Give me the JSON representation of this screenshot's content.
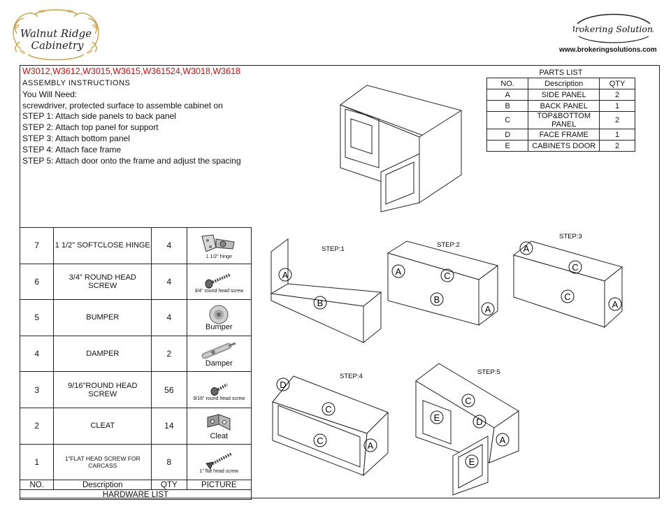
{
  "header": {
    "brand_left_line1": "Walnut Ridge",
    "brand_left_line2": "Cabinetry",
    "brand_right": "Brokering Solutions",
    "website": "www.brokeringsolutions.com"
  },
  "instructions": {
    "models": "W3012,W3612,W3015,W3615,W361524,W3018,W3618",
    "heading": "ASSEMBLY INSTRUCTIONS",
    "need_label": "You Will Need:",
    "need_items": "screwdriver, protected surface to assemble cabinet on",
    "steps": [
      "STEP 1: Attach side panels to back panel",
      "STEP 2: Attach top panel for support",
      "STEP 3: Attach bottom panel",
      "STEP 4: Attach face frame",
      "STEP 5: Attach door onto the frame and adjust the spacing"
    ]
  },
  "parts_list": {
    "title": "PARTS LIST",
    "headers": [
      "NO.",
      "Description",
      "QTY"
    ],
    "rows": [
      {
        "no": "A",
        "desc": "SIDE PANEL",
        "qty": "2"
      },
      {
        "no": "B",
        "desc": "BACK PANEL",
        "qty": "1"
      },
      {
        "no": "C",
        "desc": "TOP&BOTTOM PANEL",
        "qty": "2"
      },
      {
        "no": "D",
        "desc": "FACE FRAME",
        "qty": "1"
      },
      {
        "no": "E",
        "desc": "CABINETS DOOR",
        "qty": "2"
      }
    ]
  },
  "hardware_list": {
    "title": "HARDWARE LIST",
    "headers": [
      "NO.",
      "Description",
      "QTY",
      "PICTURE"
    ],
    "rows": [
      {
        "no": "7",
        "desc": "1 1/2\" SOFTCLOSE HINGE",
        "qty": "4",
        "pic_label": "1 1/2\" hinge",
        "icon": "hinge-icon"
      },
      {
        "no": "6",
        "desc": "3/4\" ROUND HEAD SCREW",
        "qty": "4",
        "pic_label": "3/4\" round head screw",
        "icon": "round-head-screw-icon"
      },
      {
        "no": "5",
        "desc": "BUMPER",
        "qty": "4",
        "pic_label": "Bumper",
        "icon": "bumper-icon"
      },
      {
        "no": "4",
        "desc": "DAMPER",
        "qty": "2",
        "pic_label": "Damper",
        "icon": "damper-icon"
      },
      {
        "no": "3",
        "desc": "9/16\"ROUND HEAD SCREW",
        "qty": "56",
        "pic_label": "9/16\" round head screw",
        "icon": "small-screw-icon"
      },
      {
        "no": "2",
        "desc": "CLEAT",
        "qty": "14",
        "pic_label": "Cleat",
        "icon": "cleat-icon"
      },
      {
        "no": "1",
        "desc": "1\"FLAT HEAD SCREW FOR CARCASS",
        "qty": "8",
        "pic_label": "1\" flat head screw",
        "icon": "flat-head-screw-icon"
      }
    ]
  },
  "steps_diagram": {
    "step1": "STEP:1",
    "step2": "STEP:2",
    "step3": "STEP:3",
    "step4": "STEP:4",
    "step5": "STEP:5",
    "part_a": "A",
    "part_b": "B",
    "part_c": "C",
    "part_d": "D",
    "part_e": "E",
    "label_color": "#d01010"
  }
}
